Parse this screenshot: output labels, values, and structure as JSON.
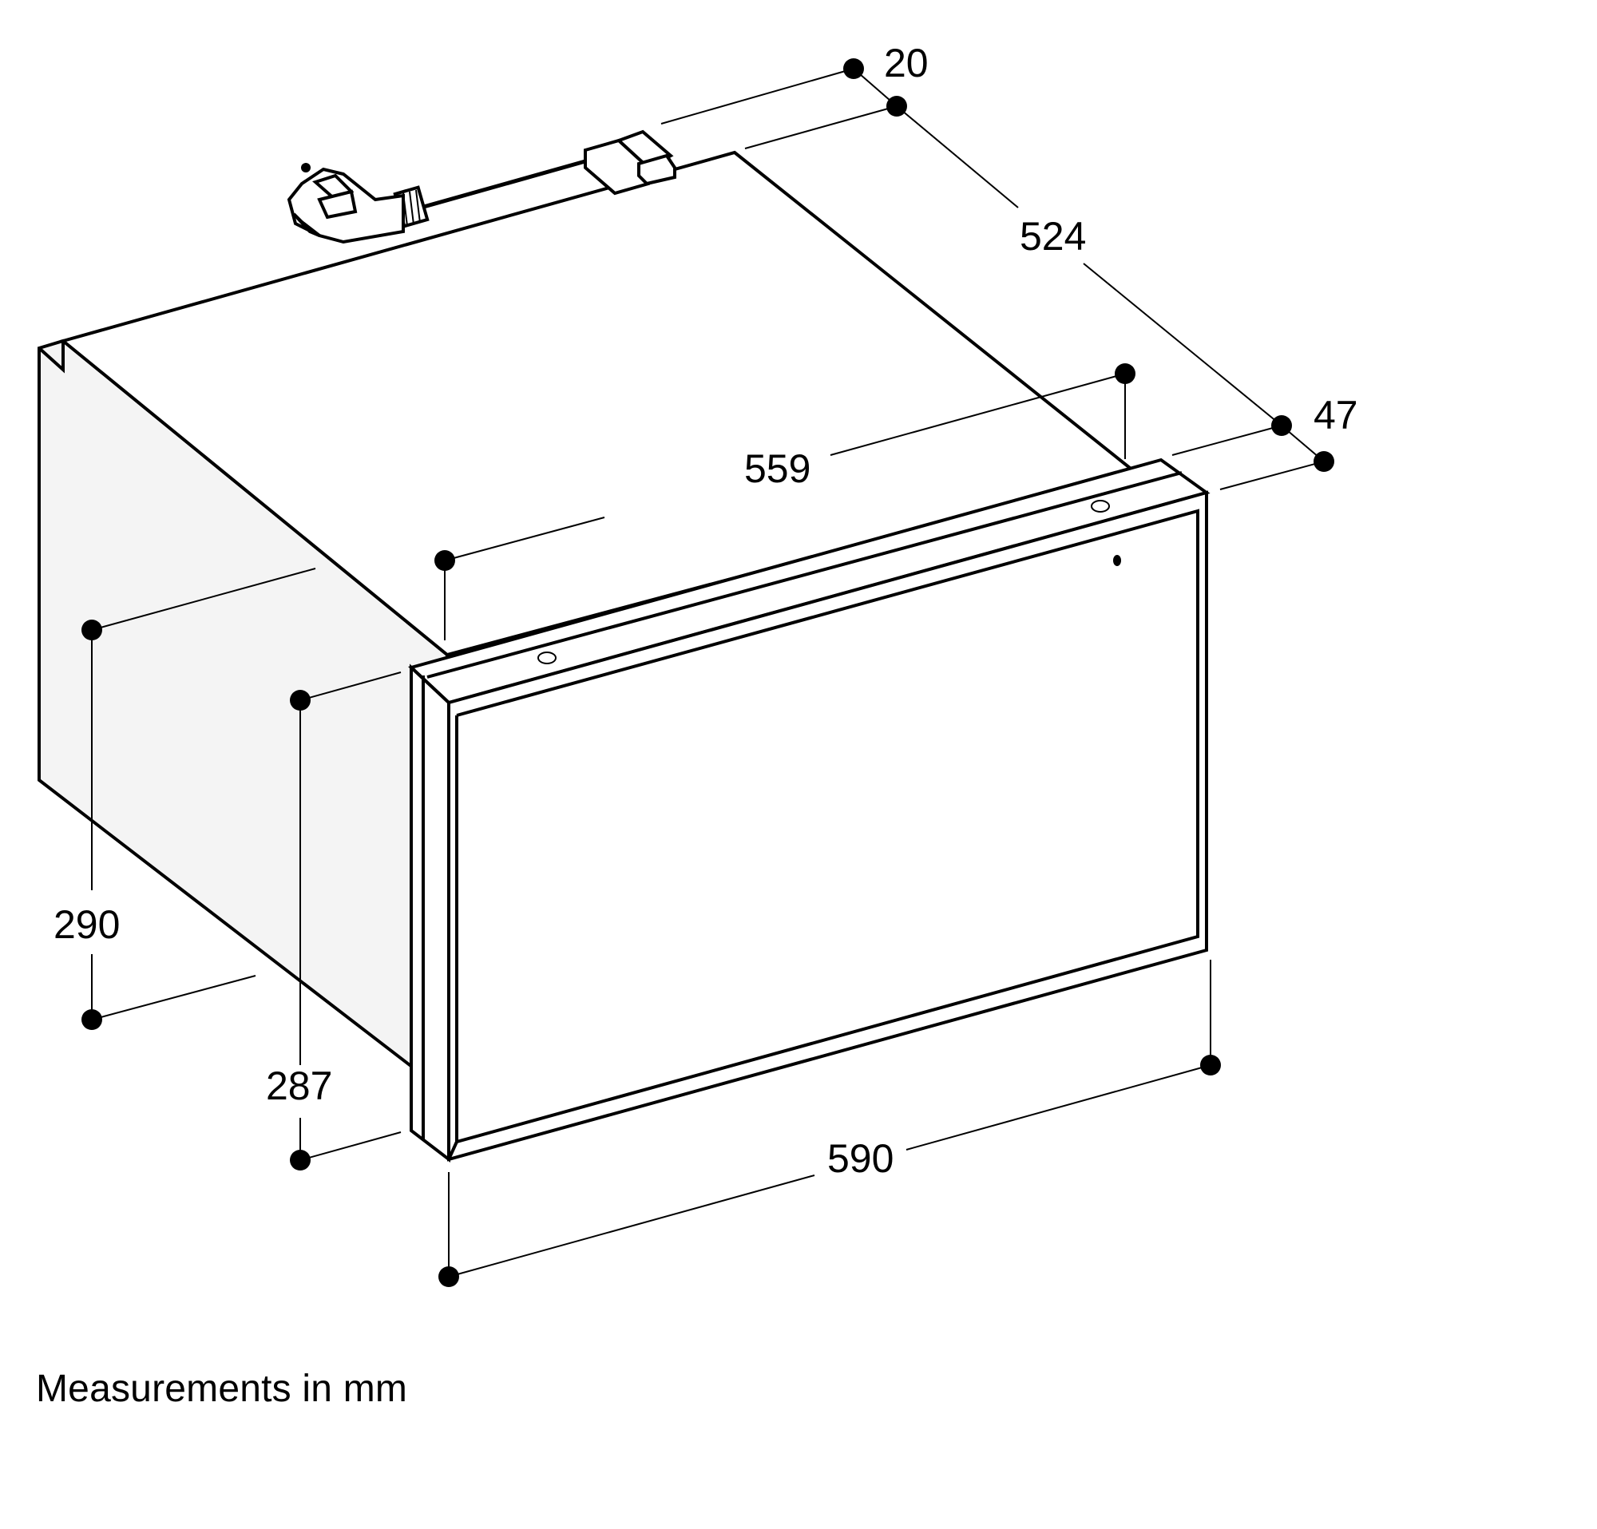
{
  "diagram": {
    "subject": "Built-in appliance drawer installation dimensions",
    "unit": "mm",
    "caption": "Measurements in mm",
    "colors": {
      "line": "#000000",
      "side_panel_fill": "#f4f4f4",
      "background": "#ffffff"
    },
    "dimensions": {
      "front_panel_thickness": "20",
      "cabinet_depth": "524",
      "body_width": "559",
      "frame_depth": "47",
      "body_height": "290",
      "front_inner_height": "287",
      "front_width": "590"
    }
  }
}
